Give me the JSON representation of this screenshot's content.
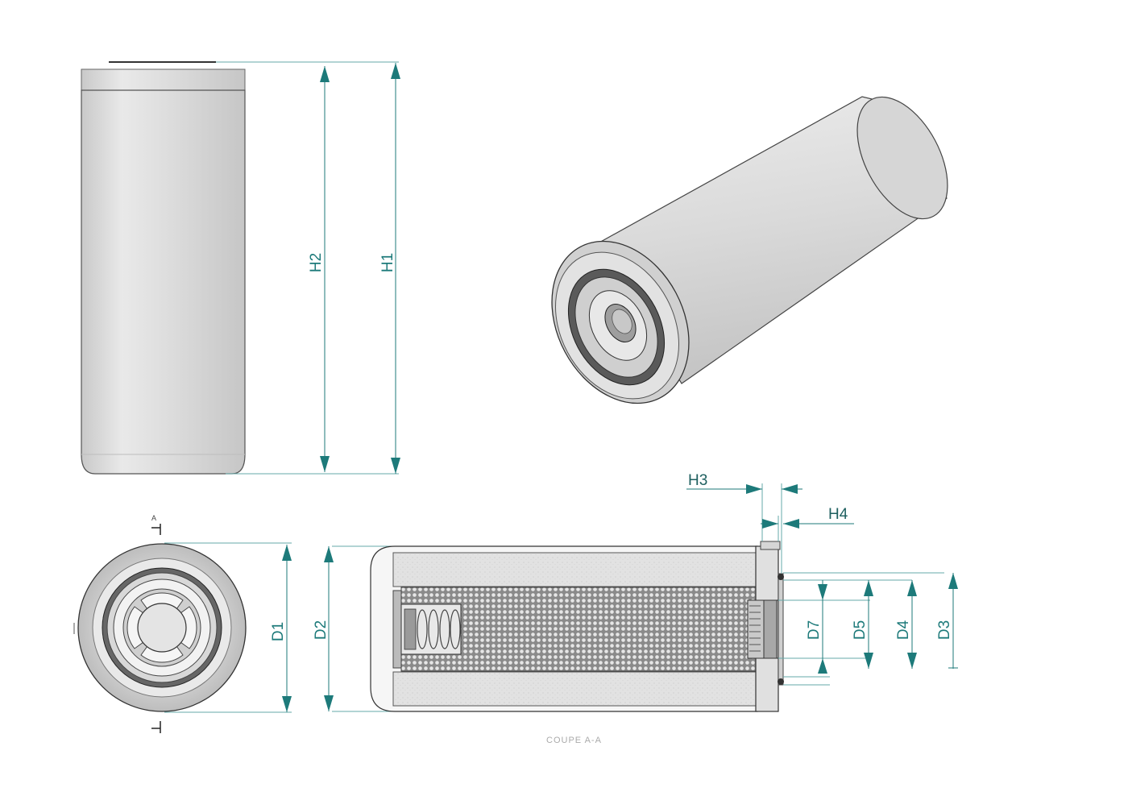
{
  "colors": {
    "dimension": "#1d7a7a",
    "outline": "#333333",
    "body_light": "#ececec",
    "body_mid": "#d4d4d4",
    "body_dark": "#bdbdbd"
  },
  "dimensions": {
    "h1": "H1",
    "h2": "H2",
    "h3": "H3",
    "h4": "H4",
    "d1": "D1",
    "d2": "D2",
    "d3": "D3",
    "d4": "D4",
    "d5": "D5",
    "d7": "D7"
  },
  "section_marker": "A",
  "section_caption": "COUPE A-A"
}
